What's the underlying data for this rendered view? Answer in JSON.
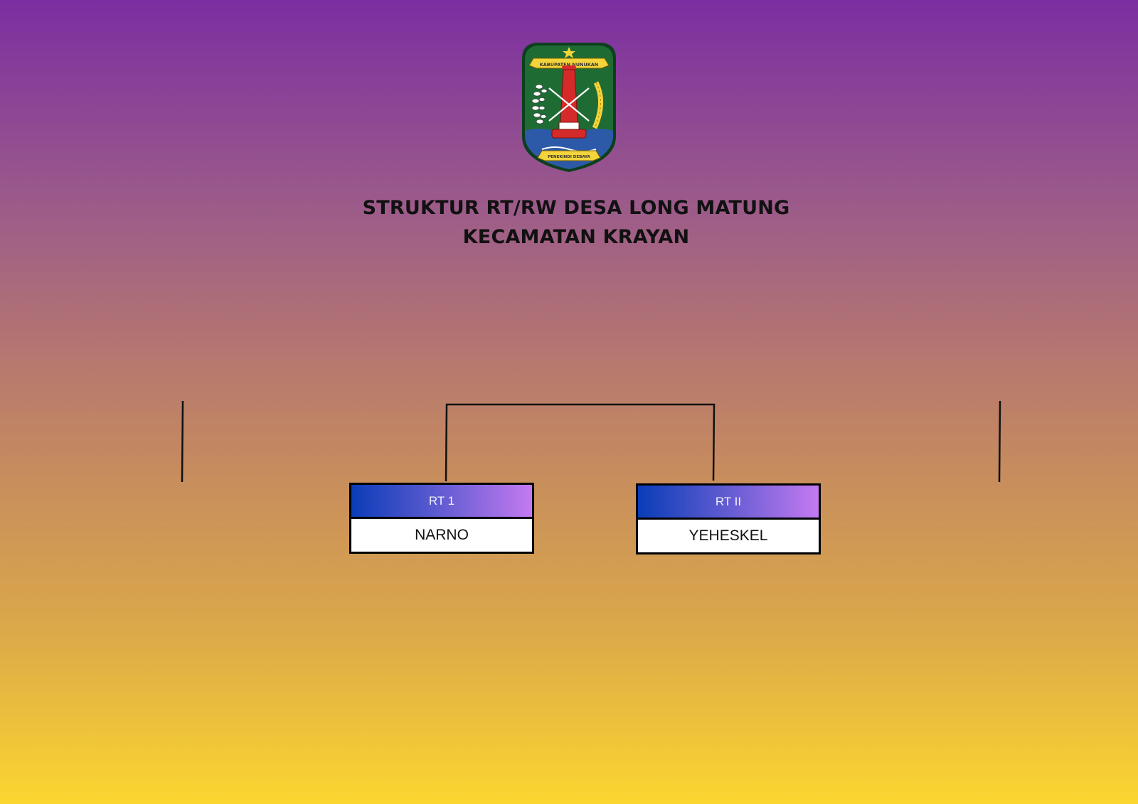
{
  "header": {
    "title_line1": "STRUKTUR RT/RW DESA LONG MATUNG",
    "title_line2": "KECAMATAN KRAYAN"
  },
  "emblem": {
    "icon": "regency-coat-of-arms-icon",
    "banner_top": "KABUPATEN NUNUKAN",
    "banner_bottom": "PENEKINDI DEBAYA"
  },
  "org_chart": {
    "nodes": [
      {
        "role": "RT 1",
        "name": "NARNO"
      },
      {
        "role": "RT II",
        "name": "YEHESKEL"
      }
    ]
  },
  "colors": {
    "background_top": "#7b2ea1",
    "background_bottom": "#fbd630",
    "card_header_start": "#0a3db8",
    "card_header_end": "#c47af0",
    "emblem_green": "#1f6b34",
    "emblem_blue": "#2c5aa8",
    "emblem_red": "#d42a2a"
  }
}
